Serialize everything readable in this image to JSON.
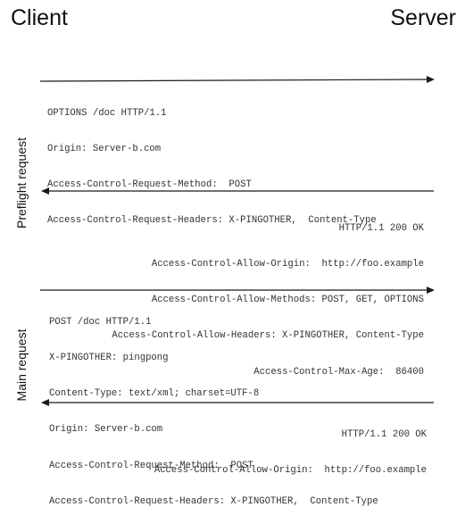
{
  "headers": {
    "client": "Client",
    "server": "Server"
  },
  "sections": {
    "preflight": "Preflight request",
    "main": "Main request"
  },
  "messages": {
    "preflight_request": [
      "OPTIONS /doc HTTP/1.1",
      "Origin: Server-b.com",
      "Access-Control-Request-Method:  POST",
      "Access-Control-Request-Headers: X-PINGOTHER,  Content-Type"
    ],
    "preflight_response": [
      "HTTP/1.1 200 OK",
      "Access-Control-Allow-Origin:  http://foo.example",
      "Access-Control-Allow-Methods: POST, GET, OPTIONS",
      "Access-Control-Allow-Headers: X-PINGOTHER, Content-Type",
      "Access-Control-Max-Age:  86400"
    ],
    "main_request": [
      "POST /doc HTTP/1.1",
      "X-PINGOTHER: pingpong",
      "Content-Type: text/xml; charset=UTF-8",
      "Origin: Server-b.com",
      "Access-Control-Request-Method:  POST",
      "Access-Control-Request-Headers: X-PINGOTHER,  Content-Type"
    ],
    "main_response": [
      "HTTP/1.1 200 OK",
      "Access-Control-Allow-Origin:  http://foo.example"
    ]
  },
  "colors": {
    "arrow": "#1a1a1a",
    "text": "#333333"
  }
}
